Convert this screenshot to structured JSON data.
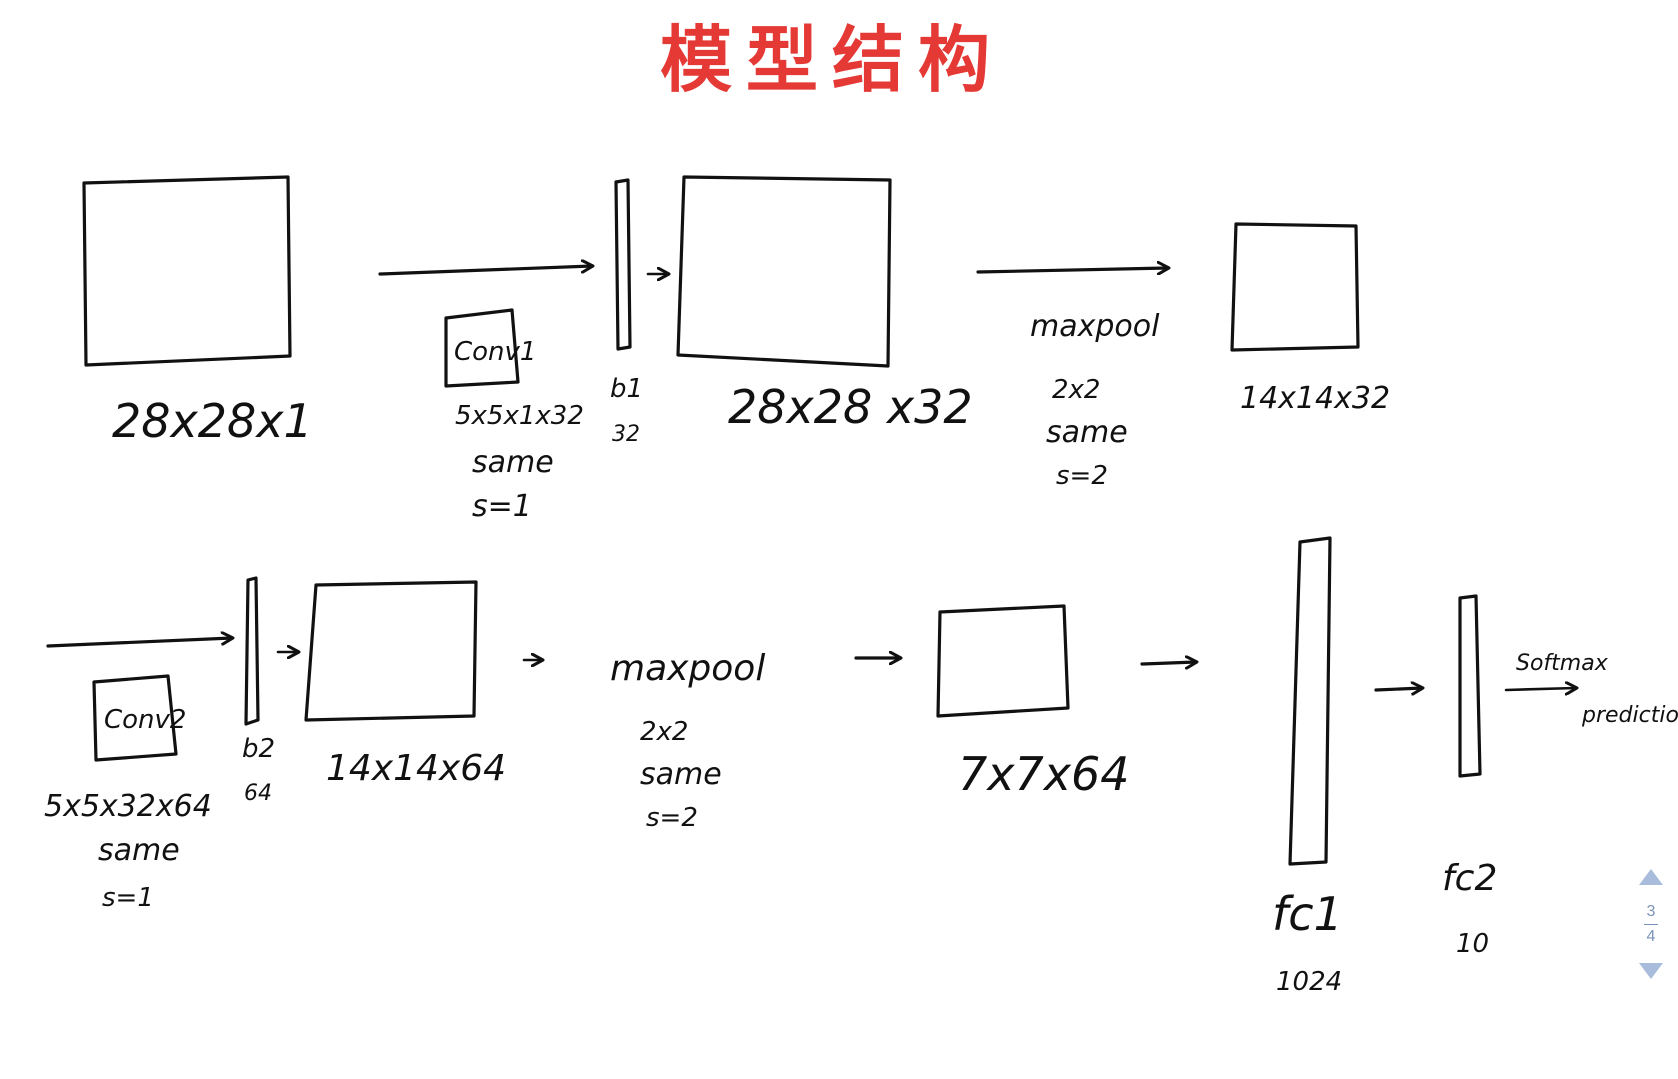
{
  "title": "模型结构",
  "colors": {
    "title": "#e53935",
    "ink": "#111111",
    "pager": "#a9bcdb"
  },
  "row1": {
    "input_label": "28x28x1",
    "conv1_box": "Conv1",
    "conv1_params": [
      "5x5x1x32",
      "same",
      "s=1"
    ],
    "bias1": [
      "b1",
      "32"
    ],
    "feature1_label": "28x28 x32",
    "pool1_label": "maxpool",
    "pool1_params": [
      "2x2",
      "same",
      "s=2"
    ],
    "pool1_out_label": "14x14x32"
  },
  "row2": {
    "conv2_box": "Conv2",
    "conv2_params": [
      "5x5x32x64",
      "same",
      "s=1"
    ],
    "bias2": [
      "b2",
      "64"
    ],
    "feature2_label": "14x14x64",
    "pool2_label": "maxpool",
    "pool2_params": [
      "2x2",
      "same",
      "s=2"
    ],
    "pool2_out_label": "7x7x64",
    "fc1": [
      "fc1",
      "1024"
    ],
    "fc2": [
      "fc2",
      "10"
    ],
    "softmax": "Softmax",
    "prediction": "prediction"
  },
  "pager": {
    "current": "3",
    "total": "4",
    "up_icon": "triangle-up-icon",
    "down_icon": "triangle-down-icon"
  }
}
